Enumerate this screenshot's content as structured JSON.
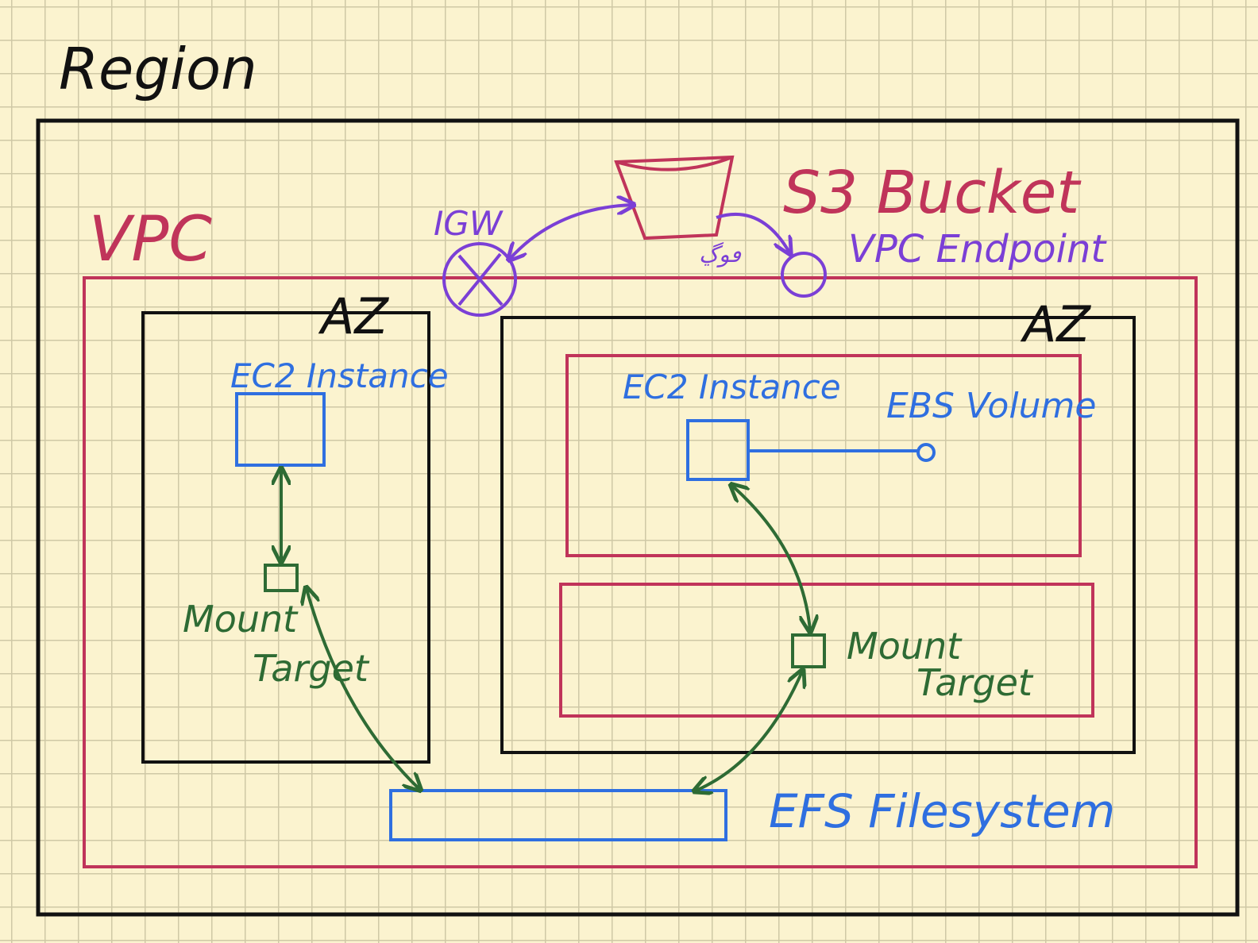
{
  "labels": {
    "region": "Region",
    "vpc": "VPC",
    "s3_bucket": "S3 Bucket",
    "igw": "IGW",
    "vpc_endpoint": "VPC Endpoint",
    "endpoint_note": "ڡوڲ",
    "az_left": "AZ",
    "az_right": "AZ",
    "ec2_left": "EC2 Instance",
    "ec2_right": "EC2 Instance",
    "ebs_volume": "EBS Volume",
    "mount_target_left_line1": "Mount",
    "mount_target_left_line2": "Target",
    "mount_target_right_line1": "Mount",
    "mount_target_right_line2": "Target",
    "efs_filesystem": "EFS Filesystem"
  },
  "colors": {
    "background": "#fbf3cf",
    "grid": "#cfc8a6",
    "black": "#111111",
    "crimson": "#c0345a",
    "purple": "#7b3fd6",
    "blue": "#2f6fe0",
    "green": "#2e6b34"
  }
}
